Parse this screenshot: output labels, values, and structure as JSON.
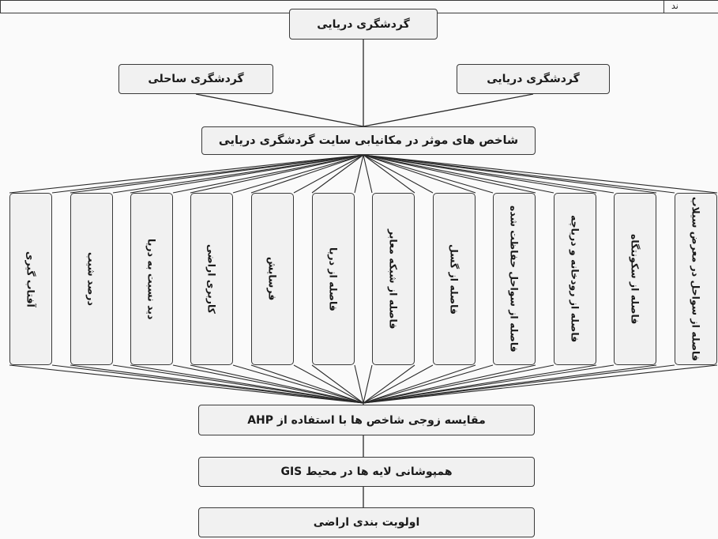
{
  "header_fragment": "ﻧﺪ",
  "top": {
    "label": "گردشگری دریایی"
  },
  "level2": {
    "left": "گردشگری ساحلی",
    "right": "گردشگری دریایی"
  },
  "indicators_title": "شاخص های موثر در مکانیابی سایت گردشگری دریایی",
  "criteria": [
    "آفتاب گیری",
    "درصد شیب",
    "دید نسبت به دریا",
    "کاربری اراضی",
    "فرسایش",
    "فاصله از دریا",
    "فاصله از شبکه معابر",
    "فاصله از گسل",
    "فاصله از سواحل حفاظت شده",
    "فاصله از رودخانه و دریاچه",
    "فاصله از سکونتگاه",
    "فاصله از سواحل در معرض سیلاب"
  ],
  "steps": {
    "ahp": "مقایسه زوجی شاخص ها با استفاده از AHP",
    "gis": "همپوشانی لایه ها در محیط GIS",
    "priority": "اولویت بندی اراضی"
  }
}
